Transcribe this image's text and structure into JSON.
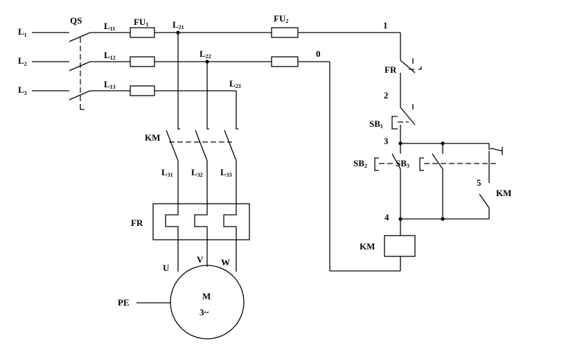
{
  "labels": {
    "L1": "L",
    "L1_sub": "1",
    "L2": "L",
    "L2_sub": "2",
    "L3": "L",
    "L3_sub": "3",
    "QS": "QS",
    "L11": "L",
    "L11_sub": "11",
    "L12": "L",
    "L12_sub": "12",
    "L13": "L",
    "L13_sub": "13",
    "FU1": "FU",
    "FU1_sub": "1",
    "FU2": "FU",
    "FU2_sub": "2",
    "L21": "L",
    "L21_sub": "21",
    "L22": "L",
    "L22_sub": "22",
    "L23": "L",
    "L23_sub": "23",
    "n0": "0",
    "n1": "1",
    "n2": "2",
    "n3": "3",
    "n4": "4",
    "n5": "5",
    "FR_ctrl": "FR",
    "SB1": "SB",
    "SB1_sub": "1",
    "SB2": "SB",
    "SB2_sub": "2",
    "SB3": "SB",
    "SB3_sub": "3",
    "KM_contact": "KM",
    "KM_main": "KM",
    "KM_coil": "KM",
    "L31": "L",
    "L31_sub": "31",
    "L32": "L",
    "L32_sub": "32",
    "L33": "L",
    "L33_sub": "33",
    "FR_main": "FR",
    "U": "U",
    "V": "V",
    "W": "W",
    "M": "M",
    "M_phase": "3~",
    "PE": "PE"
  }
}
